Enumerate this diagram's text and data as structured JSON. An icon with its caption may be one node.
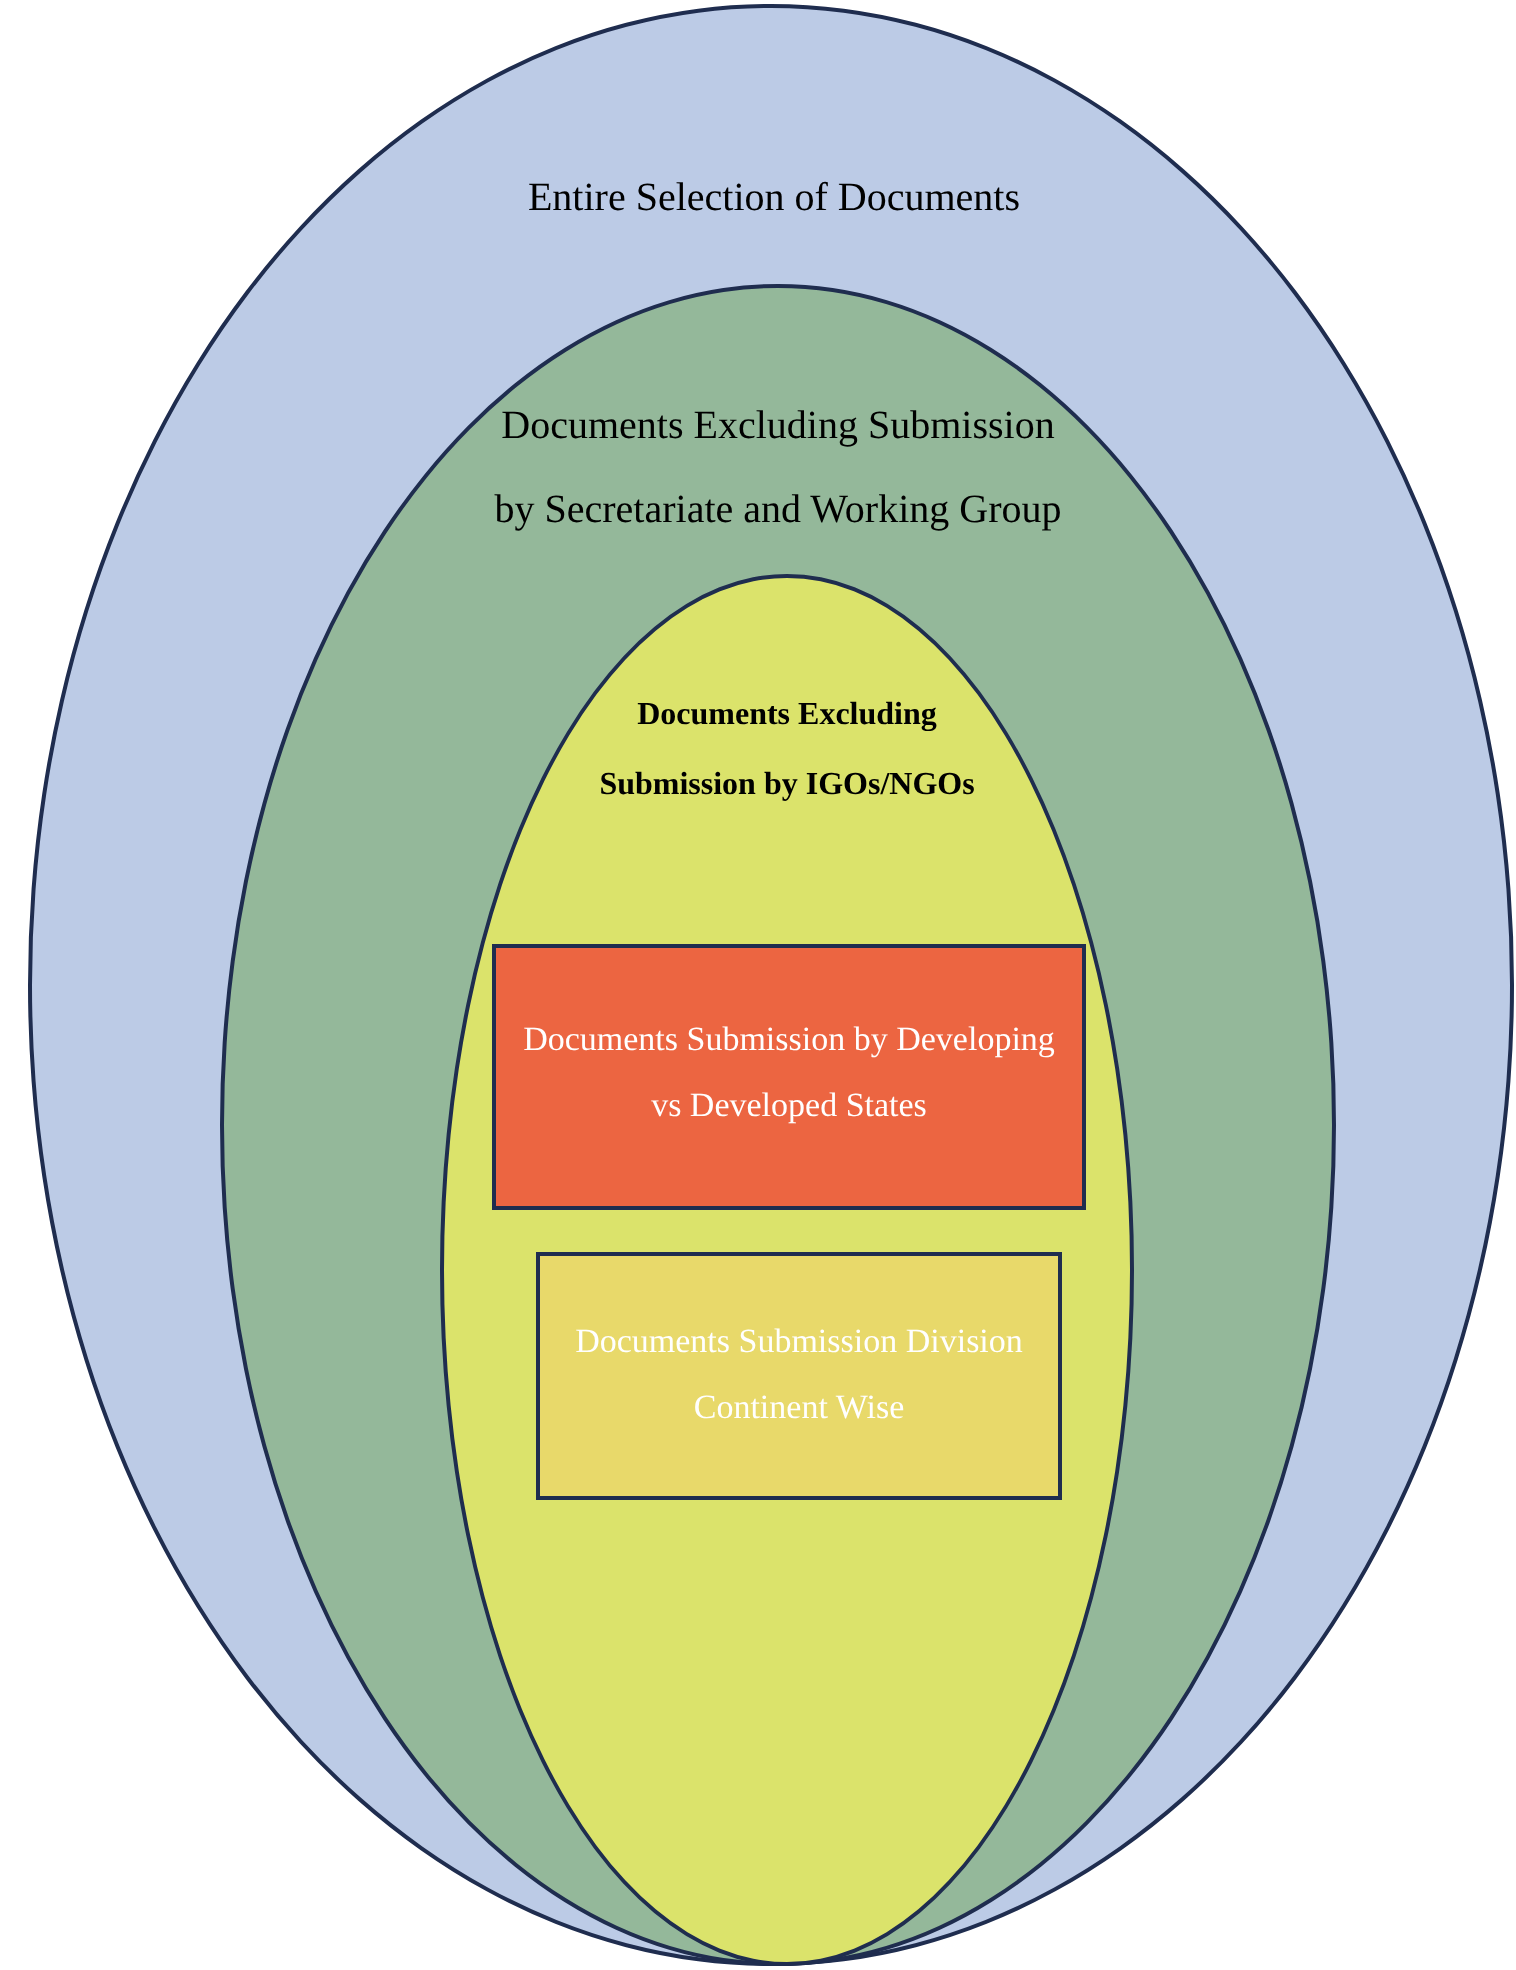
{
  "diagram": {
    "nodes": [
      {
        "text": [
          "Entire Selection of Documents"
        ]
      },
      {
        "text": [
          "Documents Excluding Submission by Secretariate and Working Group"
        ],
        "in": 0
      },
      {
        "text": [
          "Documents Excluding Submission by IGOs/NGOs"
        ],
        "in": 1
      },
      {
        "text": [
          "Documents Submission by Developing vs Developed States"
        ],
        "in": 2
      },
      {
        "text": [
          "Documents Submission Division Continent Wise"
        ],
        "in": 2
      }
    ]
  }
}
